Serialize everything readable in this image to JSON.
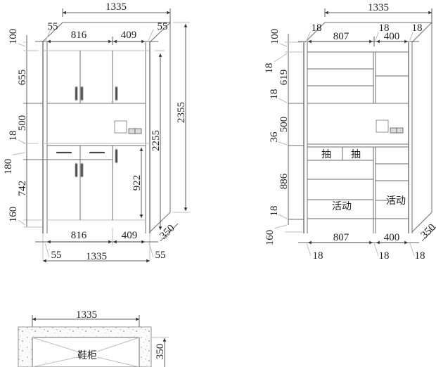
{
  "front_elevation": {
    "dims_top": {
      "overall_width": "1335",
      "left_side": "55",
      "left_bay": "816",
      "right_bay": "409",
      "right_side": "55"
    },
    "dims_bottom": {
      "left_bay": "816",
      "right_bay": "409",
      "left_side": "55",
      "overall_width": "1335",
      "right_side": "55"
    },
    "dims_left": [
      "100",
      "655",
      "500",
      "18",
      "180",
      "742",
      "160"
    ],
    "dims_right": {
      "inner_height": "2255",
      "overall_height": "2355",
      "door_height": "922",
      "depth": "350"
    }
  },
  "section_elevation": {
    "dims_top": {
      "overall_width": "1335",
      "left_panel": "18",
      "left_bay": "807",
      "mid_panel": "18",
      "right_bay": "400",
      "right_panel": "18"
    },
    "dims_bottom": {
      "left_bay": "807",
      "right_bay": "400",
      "left_panel": "18",
      "mid_panel": "18",
      "right_panel": "18"
    },
    "dims_left": [
      "100",
      "18",
      "619",
      "18",
      "500",
      "36",
      "886",
      "18",
      "160"
    ],
    "depth": "350",
    "labels": {
      "drawer_left": "抽",
      "drawer_right": "抽",
      "adjustable_left": "活动",
      "adjustable_right": "活动"
    }
  },
  "plan_view": {
    "width": "1335",
    "depth": "350",
    "label": "鞋柜"
  }
}
